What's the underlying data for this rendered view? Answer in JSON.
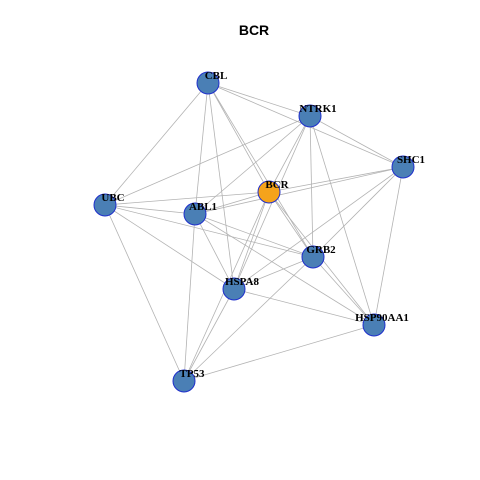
{
  "title": "BCR",
  "colors": {
    "hub_fill": "#f5a31b",
    "node_fill": "#4a7fb5",
    "node_border": "#1f2fcc",
    "edge": "#b3b3b3"
  },
  "nodes": [
    {
      "id": "CBL",
      "label": "CBL",
      "role": "neighbor"
    },
    {
      "id": "NTRK1",
      "label": "NTRK1",
      "role": "neighbor"
    },
    {
      "id": "SHC1",
      "label": "SHC1",
      "role": "neighbor"
    },
    {
      "id": "BCR",
      "label": "BCR",
      "role": "hub"
    },
    {
      "id": "UBC",
      "label": "UBC",
      "role": "neighbor"
    },
    {
      "id": "ABL1",
      "label": "ABL1",
      "role": "neighbor"
    },
    {
      "id": "GRB2",
      "label": "GRB2",
      "role": "neighbor"
    },
    {
      "id": "HSPA8",
      "label": "HSPA8",
      "role": "neighbor"
    },
    {
      "id": "HSP90AA1",
      "label": "HSP90AA1",
      "role": "neighbor"
    },
    {
      "id": "TP53",
      "label": "TP53",
      "role": "neighbor"
    }
  ],
  "edges": [
    [
      "CBL",
      "NTRK1"
    ],
    [
      "CBL",
      "SHC1"
    ],
    [
      "CBL",
      "BCR"
    ],
    [
      "CBL",
      "UBC"
    ],
    [
      "CBL",
      "ABL1"
    ],
    [
      "CBL",
      "GRB2"
    ],
    [
      "CBL",
      "HSPA8"
    ],
    [
      "NTRK1",
      "SHC1"
    ],
    [
      "NTRK1",
      "BCR"
    ],
    [
      "NTRK1",
      "UBC"
    ],
    [
      "NTRK1",
      "ABL1"
    ],
    [
      "NTRK1",
      "GRB2"
    ],
    [
      "NTRK1",
      "HSPA8"
    ],
    [
      "NTRK1",
      "HSP90AA1"
    ],
    [
      "SHC1",
      "BCR"
    ],
    [
      "SHC1",
      "ABL1"
    ],
    [
      "SHC1",
      "GRB2"
    ],
    [
      "SHC1",
      "HSPA8"
    ],
    [
      "SHC1",
      "HSP90AA1"
    ],
    [
      "BCR",
      "UBC"
    ],
    [
      "BCR",
      "ABL1"
    ],
    [
      "BCR",
      "GRB2"
    ],
    [
      "BCR",
      "HSPA8"
    ],
    [
      "BCR",
      "HSP90AA1"
    ],
    [
      "BCR",
      "TP53"
    ],
    [
      "UBC",
      "ABL1"
    ],
    [
      "UBC",
      "GRB2"
    ],
    [
      "UBC",
      "HSPA8"
    ],
    [
      "UBC",
      "TP53"
    ],
    [
      "ABL1",
      "GRB2"
    ],
    [
      "ABL1",
      "HSPA8"
    ],
    [
      "ABL1",
      "HSP90AA1"
    ],
    [
      "ABL1",
      "TP53"
    ],
    [
      "GRB2",
      "HSPA8"
    ],
    [
      "GRB2",
      "HSP90AA1"
    ],
    [
      "GRB2",
      "TP53"
    ],
    [
      "HSPA8",
      "HSP90AA1"
    ],
    [
      "HSPA8",
      "TP53"
    ],
    [
      "HSP90AA1",
      "TP53"
    ]
  ]
}
